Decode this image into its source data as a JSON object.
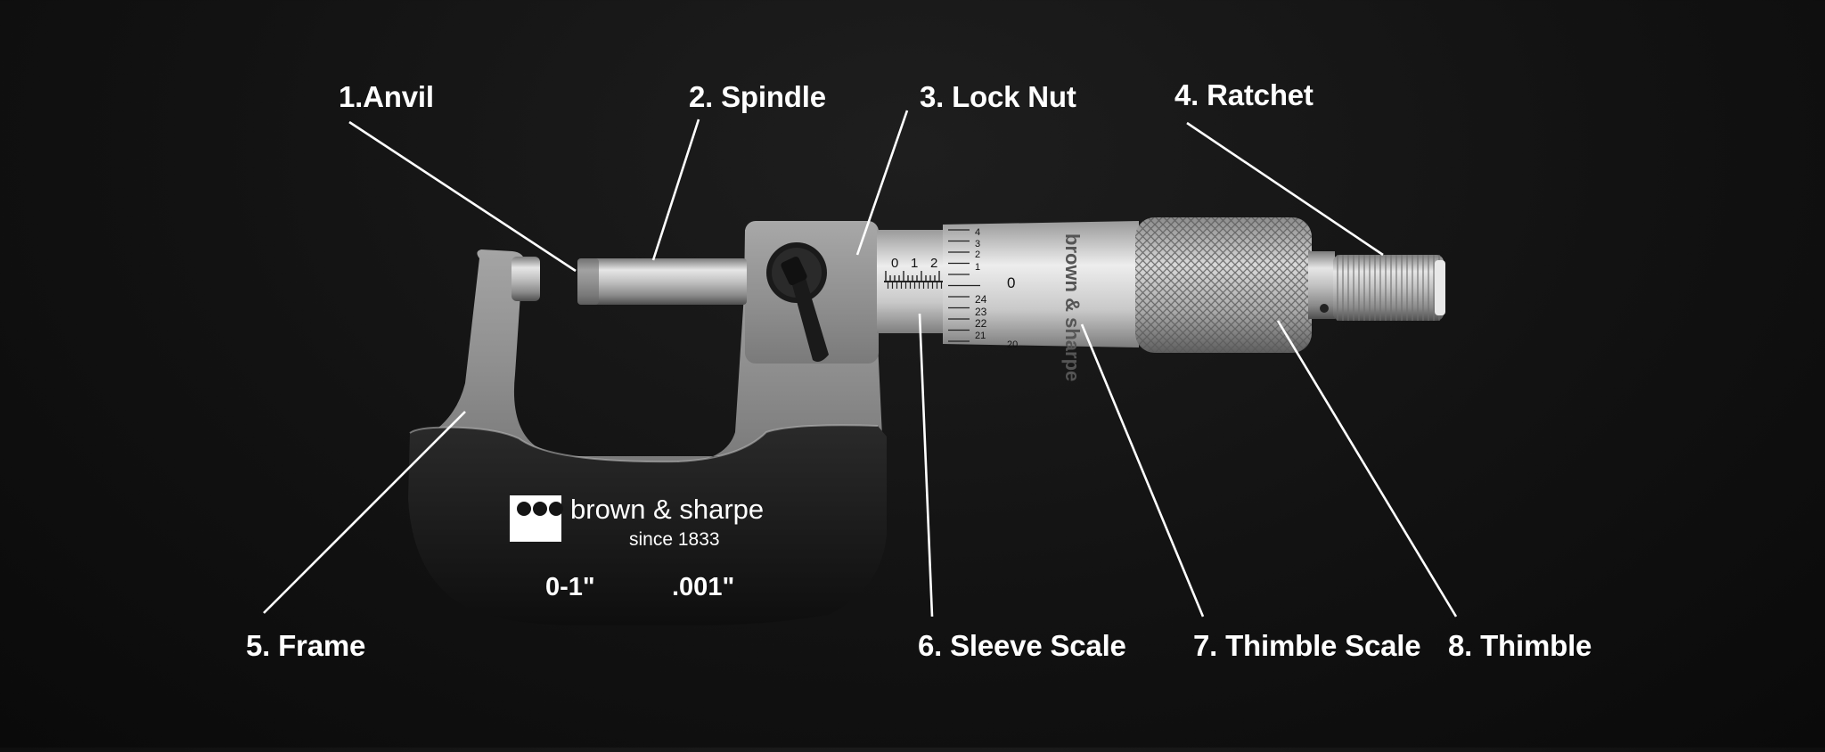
{
  "labels": {
    "anvil": "1.Anvil",
    "spindle": "2. Spindle",
    "lock_nut": "3. Lock Nut",
    "ratchet": "4. Ratchet",
    "frame": "5. Frame",
    "sleeve_scale": "6. Sleeve Scale",
    "thimble_scale": "7. Thimble Scale",
    "thimble": "8. Thimble"
  },
  "frame_print": {
    "brand": "brown & sharpe",
    "since": "since 1833",
    "range": "0-1\"",
    "resolution": ".001\""
  },
  "sleeve_numbers": [
    "0",
    "1",
    "2"
  ],
  "thimble_numbers_upper": [
    "4",
    "3",
    "2",
    "1",
    "0"
  ],
  "thimble_numbers_lower": [
    "24",
    "23",
    "22",
    "21",
    "20"
  ],
  "thimble_brand": "brown & sharpe",
  "colors": {
    "background": "#121212",
    "label_text": "#ffffff",
    "leader_line": "#ffffff",
    "frame_top": "#9a9a9a",
    "frame_bottom": "#151515",
    "steel": "#c8c8c8"
  }
}
